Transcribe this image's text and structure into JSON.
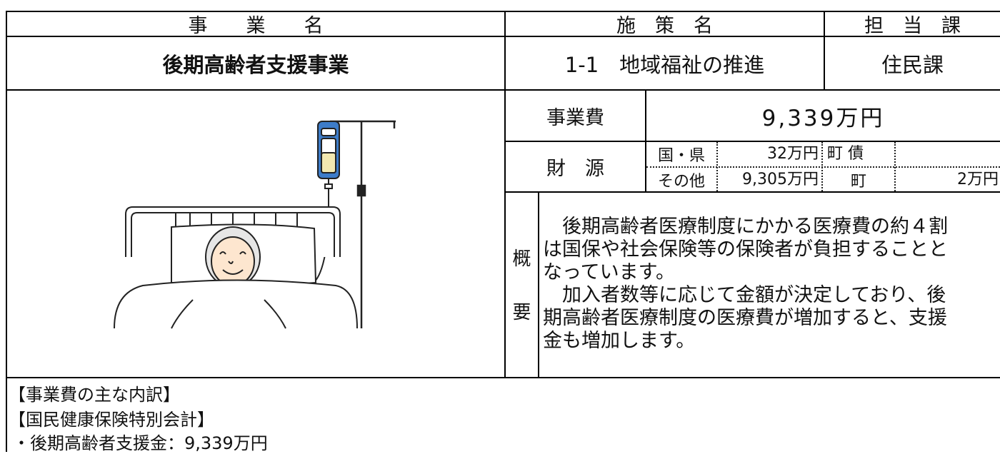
{
  "header": {
    "project_label": "事　　業　　名",
    "policy_label": "施　策　名",
    "section_label": "担　当　課"
  },
  "row1": {
    "project_name": "後期高齢者支援事業",
    "policy_name": "1-1　地域福祉の推進",
    "section_name": "住民課"
  },
  "cost": {
    "label": "事業費",
    "value": "9,339万円"
  },
  "funding": {
    "label": "財　源",
    "items": [
      {
        "label": "国・県",
        "value": "32万円"
      },
      {
        "label": "町 債",
        "value": ""
      },
      {
        "label": "その他",
        "value": "9,305万円"
      },
      {
        "label": "町",
        "value": "2万円"
      }
    ]
  },
  "summary": {
    "label_top": "概",
    "label_bottom": "要",
    "lines": [
      "　後期高齢者医療制度にかかる医療費の約４割",
      "は国保や社会保険等の保険者が負担することと",
      "なっています。",
      "　加入者数等に応じて金額が決定しており、後",
      "期高齢者医療制度の医療費が増加すると、支援",
      "金も増加します。"
    ]
  },
  "breakdown": {
    "heading": "【事業費の主な内訳】",
    "sub_heading": "【国民健康保険特別会計】",
    "items": [
      "・後期高齢者支援金：9,339万円"
    ]
  },
  "illustration": {
    "subject": "elderly-patient-in-hospital-bed-with-iv-drip"
  }
}
